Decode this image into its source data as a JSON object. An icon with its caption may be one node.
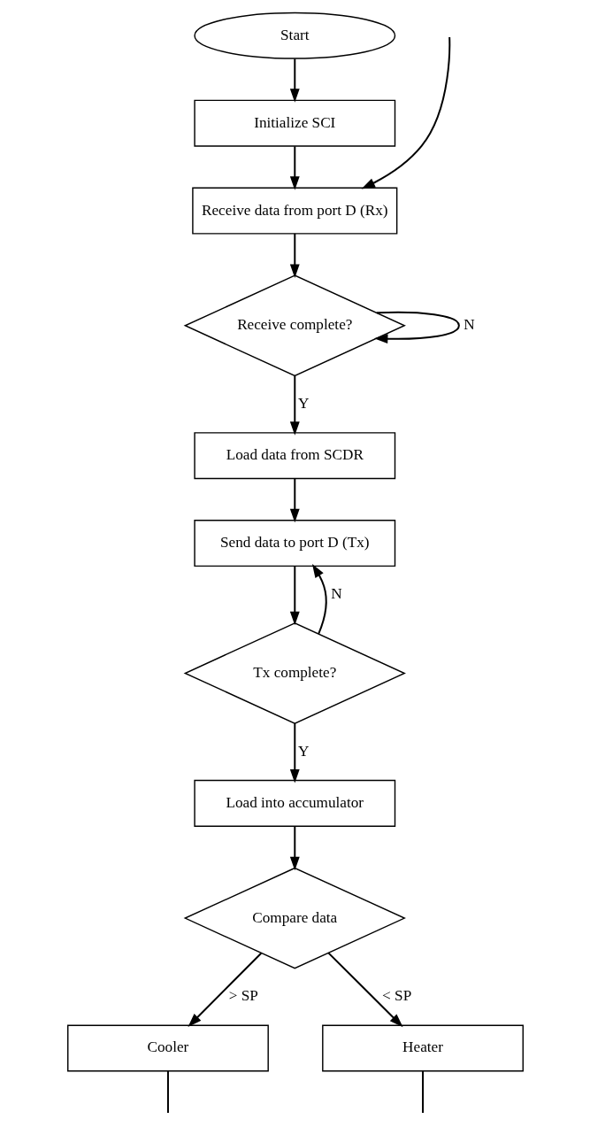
{
  "diagram": {
    "nodes": [
      {
        "text": [
          "Start"
        ]
      },
      {
        "text": [
          "Initialize SCI"
        ]
      },
      {
        "text": [
          "Receive data from port D (Rx)"
        ]
      },
      {
        "text": [
          "Receive complete?"
        ]
      },
      {
        "text": [
          "Load data from SCDR"
        ]
      },
      {
        "text": [
          "Send data to port D (Tx)"
        ]
      },
      {
        "text": [
          "Tx complete?"
        ]
      },
      {
        "text": [
          "Load into accumulator"
        ]
      },
      {
        "text": [
          "Compare data"
        ]
      },
      {
        "text": [
          "Cooler"
        ]
      },
      {
        "text": [
          "Heater"
        ]
      }
    ],
    "edges": [
      {
        "from": 0,
        "to": 1,
        "arrow": "to"
      },
      {
        "from": 1,
        "to": 2,
        "arrow": "to"
      },
      {
        "from": 2,
        "to": 3,
        "arrow": "to"
      },
      {
        "from": 3,
        "to": 3,
        "label": "N",
        "arrow": "to"
      },
      {
        "from": 3,
        "to": 4,
        "label": "Y",
        "arrow": "to"
      },
      {
        "from": 4,
        "to": 5,
        "arrow": "to"
      },
      {
        "from": 5,
        "to": 6,
        "arrow": "to"
      },
      {
        "from": 6,
        "to": 5,
        "label": "N",
        "arrow": "to"
      },
      {
        "from": 6,
        "to": 7,
        "label": "Y",
        "arrow": "to"
      },
      {
        "from": 7,
        "to": 8,
        "arrow": "to"
      },
      {
        "from": 8,
        "to": 9,
        "label": "> SP",
        "arrow": "to"
      },
      {
        "from": 8,
        "to": 10,
        "label": "< SP",
        "arrow": "to"
      },
      {
        "from": 9,
        "to": null,
        "arrow": "none"
      },
      {
        "from": 10,
        "to": null,
        "arrow": "none"
      },
      {
        "from": null,
        "to": 2,
        "arrow": "to"
      }
    ]
  }
}
